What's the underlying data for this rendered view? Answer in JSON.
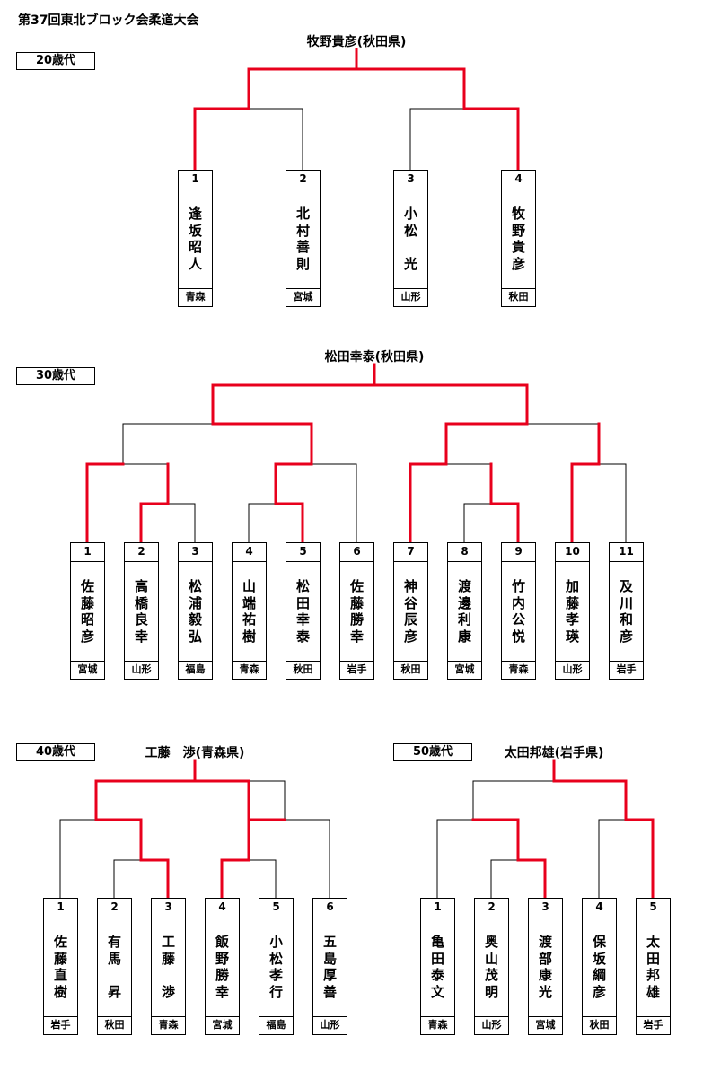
{
  "title": "第37回東北ブロック会柔道大会",
  "colors": {
    "win": "#e8001c",
    "line": "#000000"
  },
  "divisions": [
    {
      "id": "20",
      "label": "20歳代",
      "winner": "牧野貴彦(秋田県)",
      "players": [
        {
          "num": "1",
          "name": "逢坂昭人",
          "pref": "青森"
        },
        {
          "num": "2",
          "name": "北村善則",
          "pref": "宮城"
        },
        {
          "num": "3",
          "name": "小松　光",
          "pref": "山形"
        },
        {
          "num": "4",
          "name": "牧野貴彦",
          "pref": "秋田"
        }
      ]
    },
    {
      "id": "30",
      "label": "30歳代",
      "winner": "松田幸泰(秋田県)",
      "players": [
        {
          "num": "1",
          "name": "佐藤昭彦",
          "pref": "宮城"
        },
        {
          "num": "2",
          "name": "高橋良幸",
          "pref": "山形"
        },
        {
          "num": "3",
          "name": "松浦毅弘",
          "pref": "福島"
        },
        {
          "num": "4",
          "name": "山端祐樹",
          "pref": "青森"
        },
        {
          "num": "5",
          "name": "松田幸泰",
          "pref": "秋田"
        },
        {
          "num": "6",
          "name": "佐藤勝幸",
          "pref": "岩手"
        },
        {
          "num": "7",
          "name": "神谷辰彦",
          "pref": "秋田"
        },
        {
          "num": "8",
          "name": "渡邊利康",
          "pref": "宮城"
        },
        {
          "num": "9",
          "name": "竹内公悦",
          "pref": "青森"
        },
        {
          "num": "10",
          "name": "加藤孝瑛",
          "pref": "山形"
        },
        {
          "num": "11",
          "name": "及川和彦",
          "pref": "岩手"
        }
      ]
    },
    {
      "id": "40",
      "label": "40歳代",
      "winner": "工藤　渉(青森県)",
      "players": [
        {
          "num": "1",
          "name": "佐藤直樹",
          "pref": "岩手"
        },
        {
          "num": "2",
          "name": "有馬　昇",
          "pref": "秋田"
        },
        {
          "num": "3",
          "name": "工藤　渉",
          "pref": "青森"
        },
        {
          "num": "4",
          "name": "飯野勝幸",
          "pref": "宮城"
        },
        {
          "num": "5",
          "name": "小松孝行",
          "pref": "福島"
        },
        {
          "num": "6",
          "name": "五島厚善",
          "pref": "山形"
        }
      ]
    },
    {
      "id": "50",
      "label": "50歳代",
      "winner": "太田邦雄(岩手県)",
      "players": [
        {
          "num": "1",
          "name": "亀田泰文",
          "pref": "青森"
        },
        {
          "num": "2",
          "name": "奥山茂明",
          "pref": "山形"
        },
        {
          "num": "3",
          "name": "渡部康光",
          "pref": "宮城"
        },
        {
          "num": "4",
          "name": "保坂綱彦",
          "pref": "秋田"
        },
        {
          "num": "5",
          "name": "太田邦雄",
          "pref": "岩手"
        }
      ]
    }
  ]
}
